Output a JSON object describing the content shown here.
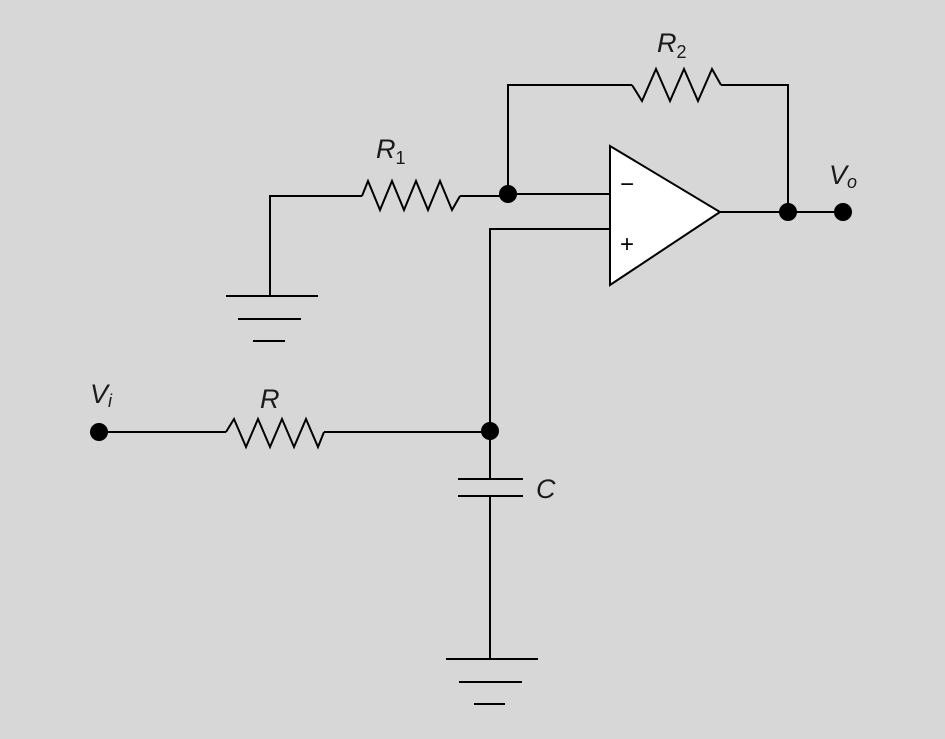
{
  "labels": {
    "r1": {
      "main": "R",
      "sub": "1"
    },
    "r2": {
      "main": "R",
      "sub": "2"
    },
    "r": {
      "main": "R"
    },
    "c": {
      "main": "C"
    },
    "vi": {
      "main": "V",
      "sub": "i"
    },
    "vo": {
      "main": "V",
      "sub": "o"
    }
  },
  "opamp": {
    "inverting_sign": "−",
    "noninverting_sign": "+"
  },
  "colors": {
    "background": "#d7d7d7",
    "ink": "#000000",
    "opamp_fill": "#ffffff"
  }
}
